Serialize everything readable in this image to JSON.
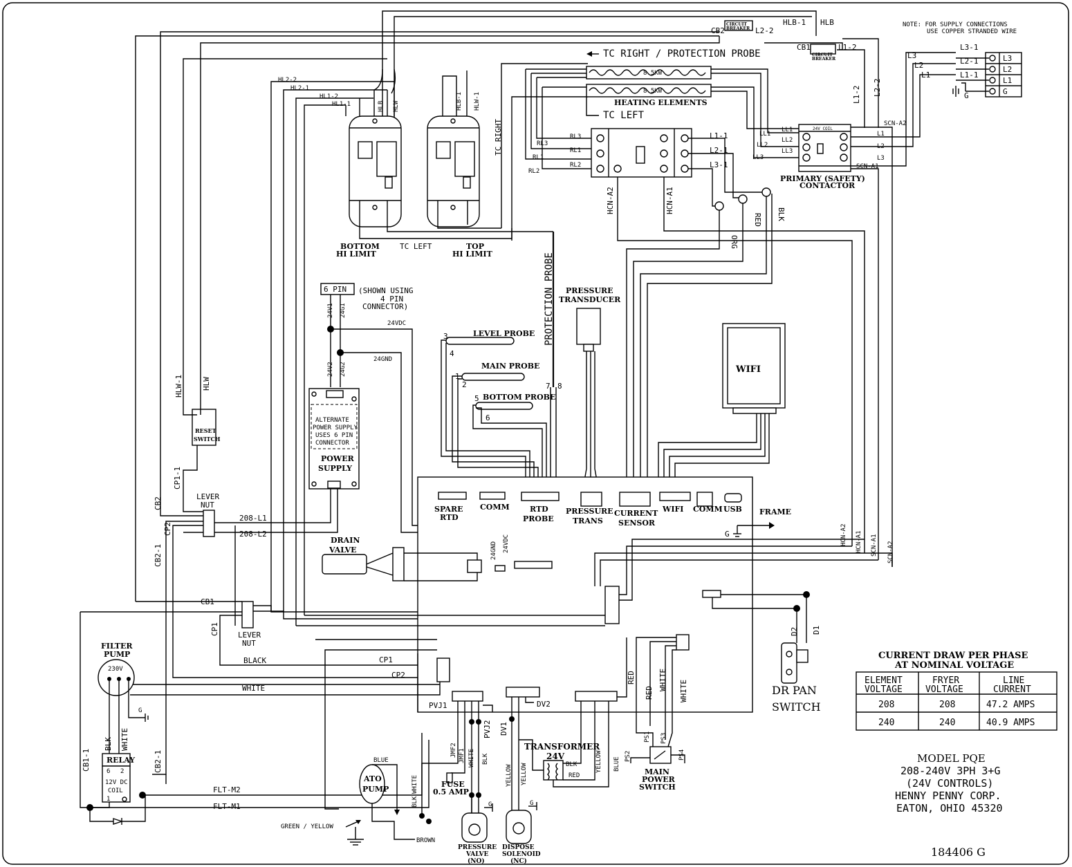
{
  "note": [
    "NOTE:  FOR SUPPLY CONNECTIONS",
    "USE COPPER STRANDED WIRE"
  ],
  "components": {
    "bottom_hi_limit": [
      "BOTTOM",
      "HI LIMIT"
    ],
    "top_hi_limit": [
      "TOP",
      "HI LIMIT"
    ],
    "tc_right_protection_probe": "TC RIGHT / PROTECTION PROBE",
    "tc_left": "TC LEFT",
    "tc_right_vertical": "TC RIGHT",
    "heating_elements": "HEATING ELEMENTS",
    "element_rating": "8.5KW",
    "circuit_breaker_1": [
      "CIRCUIT",
      "BREAKER"
    ],
    "circuit_breaker_2": [
      "CIRCUIT",
      "BREAKER"
    ],
    "primary_contactor": [
      "PRIMARY (SAFETY)",
      "CONTACTOR"
    ],
    "coil_24v": "24V COIL",
    "pressure_transducer": [
      "PRESSURE",
      "TRANSDUCER"
    ],
    "protection_probe": "PROTECTION PROBE",
    "level_probe": "LEVEL PROBE",
    "main_probe": "MAIN PROBE",
    "bottom_probe": "BOTTOM PROBE",
    "six_pin": "6 PIN",
    "shown_using": [
      "(SHOWN USING",
      "4 PIN",
      "CONNECTOR)"
    ],
    "alt_power_supply": [
      "ALTERNATE",
      "POWER SUPPLY",
      "USES 6 PIN",
      "CONNECTOR"
    ],
    "power_supply": [
      "POWER",
      "SUPPLY"
    ],
    "reset_switch": [
      "RESET",
      "SWITCH"
    ],
    "lever_nut": [
      "LEVER",
      "NUT"
    ],
    "wifi": "WIFI",
    "drain_valve": [
      "DRAIN",
      "VALVE"
    ],
    "filter_pump": [
      "FILTER",
      "PUMP"
    ],
    "pump_voltage": "230V",
    "relay": "RELAY",
    "relay_coil": [
      "12V DC",
      "COIL"
    ],
    "ato_pump": [
      "ATO",
      "PUMP"
    ],
    "fuse": [
      "FUSE",
      "0.5 AMP"
    ],
    "transformer": [
      "TRANSFORMER",
      "24V"
    ],
    "pressure_valve": [
      "PRESSURE",
      "VALVE",
      "(NO)"
    ],
    "dispose_solenoid": [
      "DISPOSE",
      "SOLENOID",
      "(NC)"
    ],
    "main_power_switch": [
      "MAIN",
      "POWER",
      "SWITCH"
    ],
    "dr_pan_switch": [
      "DR PAN",
      "SWITCH"
    ],
    "frame": "FRAME",
    "ground": "G",
    "green_yellow": "GREEN / YELLOW",
    "brown": "BROWN"
  },
  "board_connectors": {
    "spare_rtd": [
      "SPARE",
      "RTD"
    ],
    "comm1": "COMM",
    "rtd_probe": [
      "RTD",
      "PROBE"
    ],
    "pressure_trans": [
      "PRESSURE",
      "TRANS"
    ],
    "current_sensor": [
      "CURRENT",
      "SENSOR"
    ],
    "wifi": "WIFI",
    "comm2": "COMM",
    "usb": "USB"
  },
  "wire_labels": {
    "hlb_1": "HLB-1",
    "hlb": "HLB",
    "l2_2_top": "L2-2",
    "cb2_top": "CB2",
    "cb1_top": "CB1",
    "l1_2_top": "L1-2",
    "l1_2_v": "L1-2",
    "l2_2_v": "L2-2",
    "hl2_2": "HL2-2",
    "hl2_1": "HL2-1",
    "hl1_2": "HL1-2",
    "hl1_1": "HL1-1",
    "hlb_a": "HLB",
    "hlw_a": "HLW",
    "hlb_1b": "HLB-1",
    "hlw_1": "HLW-1",
    "rl3": "RL3",
    "rl1": "RL1",
    "rl2": "RL2",
    "rl3b": "RL3",
    "rl1b": "RL1",
    "rl2b": "RL2",
    "l1_1": "L1-1",
    "l2_1": "L2-1",
    "l3_1": "L3-1",
    "hcn_a2": "HCN-A2",
    "hcn_a1": "HCN-A1",
    "ll1": "LL1",
    "ll2": "LL2",
    "ll3": "LL3",
    "ll1b": "LL1",
    "ll2b": "LL2",
    "ll3b": "LL3",
    "l1": "L1",
    "l2": "L2",
    "l3": "L3",
    "l3_top": "L3",
    "l2_top": "L2",
    "l1_top": "L1",
    "l3_1_top": "L3-1",
    "l2_1_top": "L2-1",
    "l1_1_top": "L1-1",
    "scn_a2": "SCN-A2",
    "scn_a1": "SCN-A1",
    "org": "ORG",
    "red": "RED",
    "blk": "BLK",
    "v24v1": "24V1",
    "v24g1": "24G1",
    "v24v2": "24V2",
    "v24g2": "24G2",
    "vdc24": "24VDC",
    "gnd24": "24GND",
    "hlw_1b": "HLW-1",
    "hlw_b": "HLW",
    "cp1_1": "CP1-1",
    "cb2_left": "CB2",
    "cp2_left": "CP2",
    "cb2_1_left": "CB2-1",
    "l208_1": "208-L1",
    "l208_2": "208-L2",
    "cb1_mid": "CB1",
    "cp1_mid": "CP1",
    "black": "BLACK",
    "white_a": "WHITE",
    "cp1_b": "CP1",
    "cp2_b": "CP2",
    "gnd24b": "24GND",
    "vdc24b": "24VDC",
    "cb1_1": "CB1-1",
    "cb2_1": "CB2-1",
    "blk_pump": "BLK",
    "white_pump": "WHITE",
    "flt_m2": "FLT-M2",
    "flt_m1": "FLT-M1",
    "pvj1": "PVJ1",
    "pvj2": "PVJ2",
    "jmf2": "JMF2",
    "jmf1": "JMF1",
    "white_b": "WHITE",
    "blk_b": "BLK",
    "white_c": "WHITE",
    "blk_c": "BLK",
    "dv1": "DV1",
    "dv2": "DV2",
    "blue": "BLUE",
    "yellow_a": "YELLOW",
    "yellow_b": "YELLOW",
    "yellow_c": "YELLOW",
    "blue_b": "BLUE",
    "blk_t": "BLK",
    "red_t": "RED",
    "red_c": "RED",
    "red_d": "RED",
    "white_d": "WHITE",
    "white_e": "WHITE",
    "ps1": "PS1",
    "ps2": "PS2",
    "ps3": "PS3",
    "ps4": "PS4",
    "hcn_a2b": "HCN-A2",
    "hcn_a1b": "HCN-A1",
    "scn_a1b": "SCN-A1",
    "scn_a2b": "SCN-A2",
    "d2": "D2",
    "d1": "D1",
    "tc_left_b": "TC LEFT",
    "n3": "3",
    "n4": "4",
    "n1": "1",
    "n2": "2",
    "n5": "5",
    "n6": "6",
    "n7": "7",
    "n8": "8"
  },
  "chart_data": {
    "type": "table",
    "title": [
      "CURRENT DRAW PER PHASE",
      "AT NOMINAL VOLTAGE"
    ],
    "columns": [
      [
        "ELEMENT",
        "VOLTAGE"
      ],
      [
        "FRYER",
        "VOLTAGE"
      ],
      [
        "LINE",
        "CURRENT"
      ]
    ],
    "rows": [
      [
        "208",
        "208",
        "47.2 AMPS"
      ],
      [
        "240",
        "240",
        "40.9 AMPS"
      ]
    ]
  },
  "title_block": {
    "model": "MODEL PQE",
    "lines": [
      "208-240V 3PH 3+G",
      "(24V CONTROLS)",
      "HENNY PENNY CORP.",
      "EATON, OHIO 45320"
    ],
    "drawing_number": "184406 G"
  }
}
